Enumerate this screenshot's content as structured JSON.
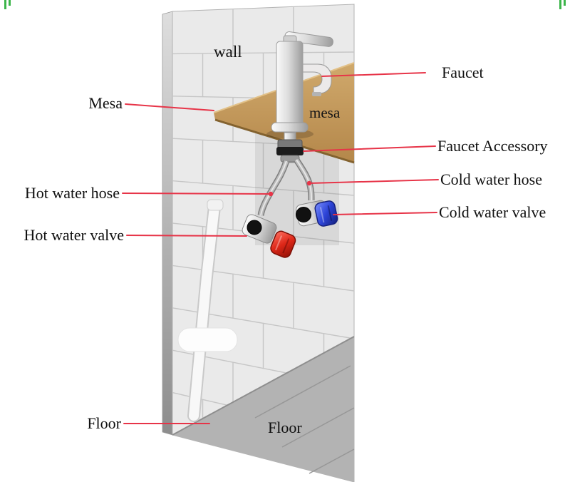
{
  "diagram": {
    "labels": {
      "wall": "wall",
      "mesa_left": "Mesa",
      "mesa_inner": "mesa",
      "faucet": "Faucet",
      "faucet_accessory": "Faucet Accessory",
      "cold_water_hose": "Cold water hose",
      "cold_water_valve": "Cold water valve",
      "hot_water_hose": "Hot water hose",
      "hot_water_valve": "Hot water valve",
      "floor_left": "Floor",
      "floor_inner": "Floor"
    },
    "colors": {
      "leader-line": "#e73448",
      "wall-tile": "#eaeaea",
      "tile-grout": "#c6c6c6",
      "floor": "#b3b3b3",
      "mesa-top": "#c59b5d",
      "mesa-edge": "#83622f",
      "hot-handle": "#d42318",
      "cold-handle": "#2940cf",
      "corner-mark": "#3cb54a"
    }
  }
}
